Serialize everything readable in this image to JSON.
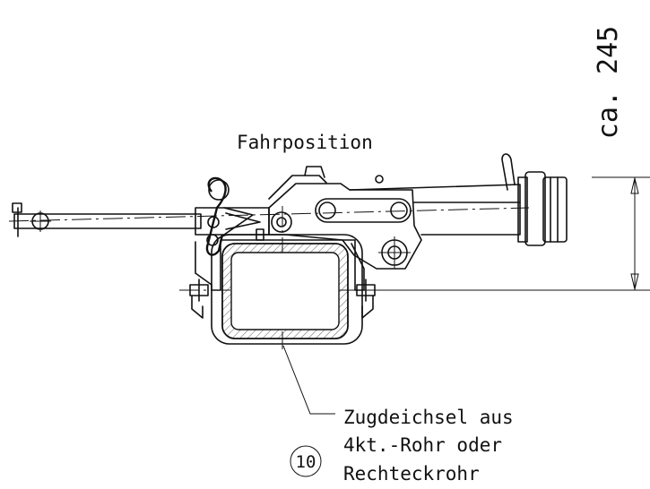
{
  "dimension": {
    "text": "ca. 245"
  },
  "position_label": "Fahrposition",
  "callout": {
    "number": "10",
    "lines": [
      "Zugdeichsel aus",
      "4kt.-Rohr oder",
      "Rechteckrohr"
    ]
  }
}
